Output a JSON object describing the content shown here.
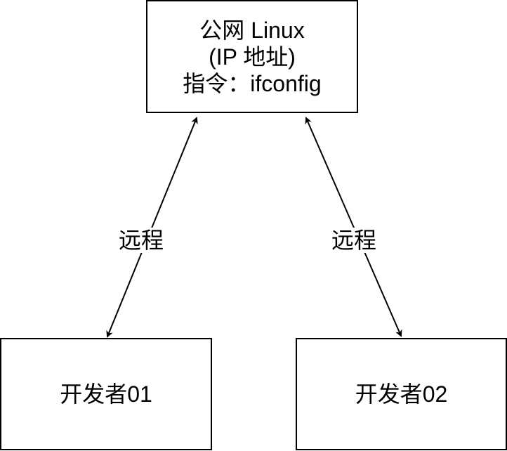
{
  "server": {
    "line1": "公网 Linux",
    "line2": "(IP 地址)",
    "line3": "指令：ifconfig"
  },
  "dev1": {
    "label": "开发者01"
  },
  "dev2": {
    "label": "开发者02"
  },
  "edges": {
    "left_label": "远程",
    "right_label": "远程"
  }
}
